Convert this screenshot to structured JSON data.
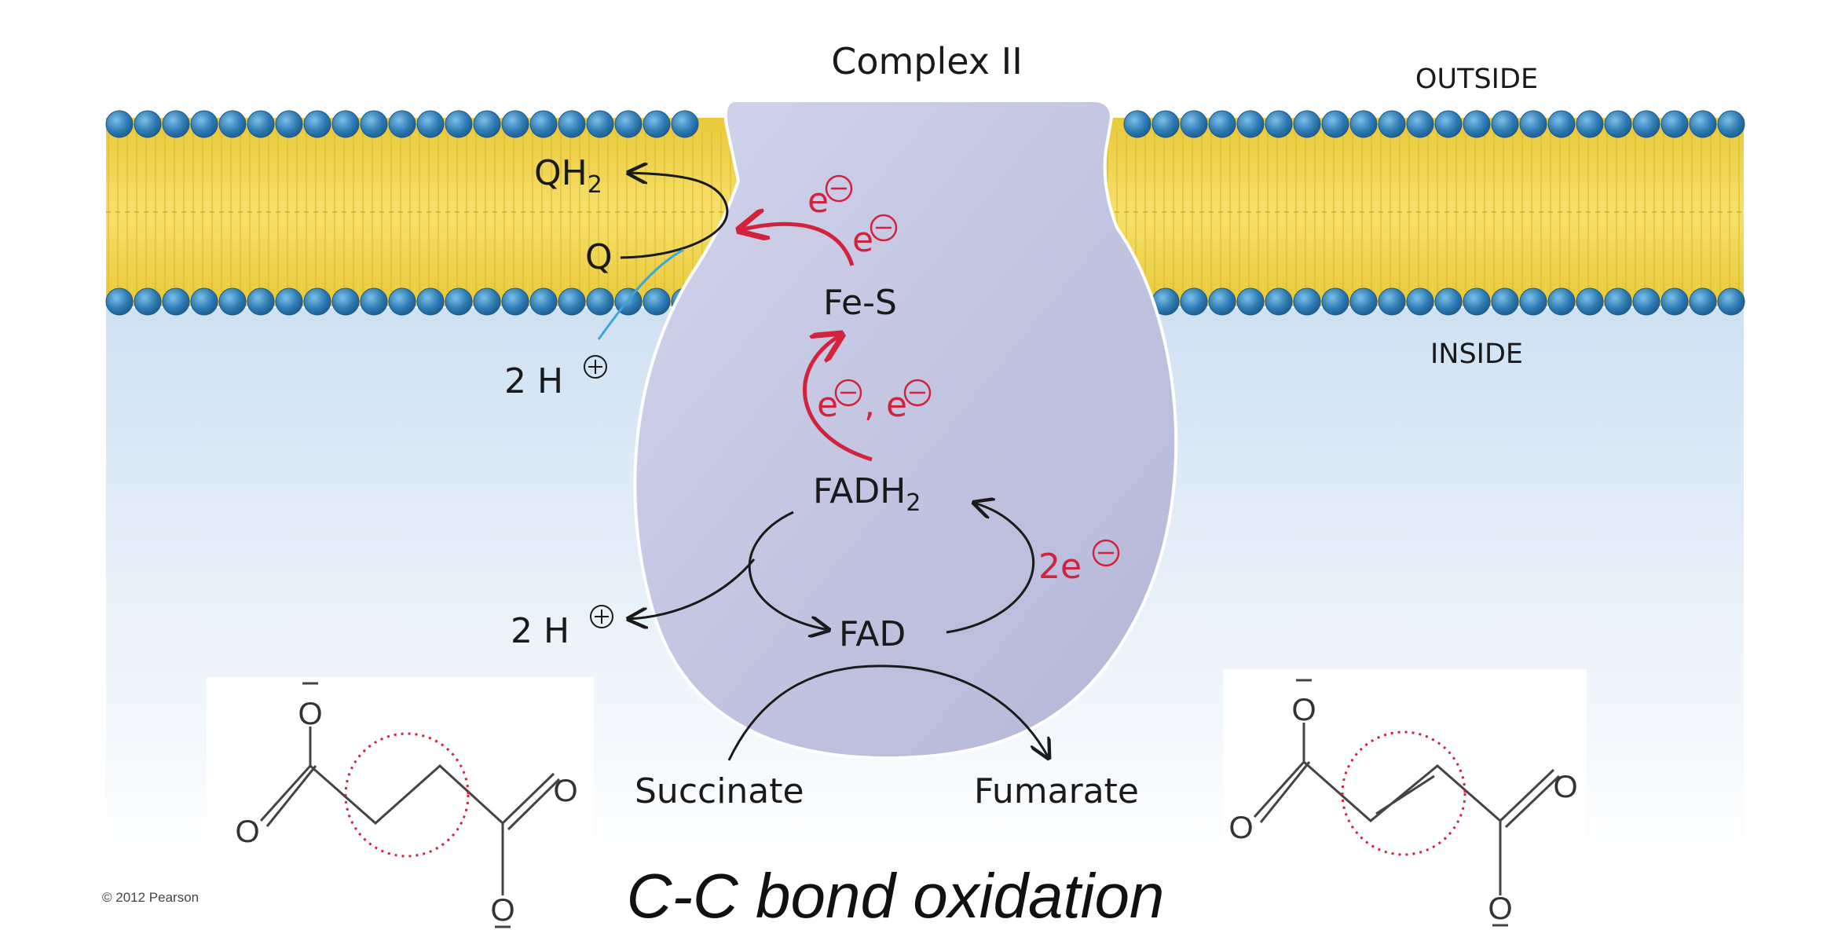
{
  "title": "Complex II",
  "outside_label": "OUTSIDE",
  "inside_label": "INSIDE",
  "qh2_base": "QH",
  "qh2_sub": "2",
  "q_label": "Q",
  "fes_label": "Fe-S",
  "fadh2_base": "FADH",
  "fadh2_sub": "2",
  "fad_label": "FAD",
  "electron": "e",
  "electron_pair_sep": ",",
  "two_e": "2e",
  "two_h": "2 H",
  "succinate_label": "Succinate",
  "fumarate_label": "Fumarate",
  "caption": "C-C bond oxidation",
  "copyright": "© 2012 Pearson",
  "atom_o": "O",
  "colors": {
    "membrane_yellow": "#f2d547",
    "head_blue": "#2f7cb4",
    "protein": "#c3c6e2",
    "electron_red": "#d2233c",
    "inside_blue": "#d6e6f4"
  }
}
